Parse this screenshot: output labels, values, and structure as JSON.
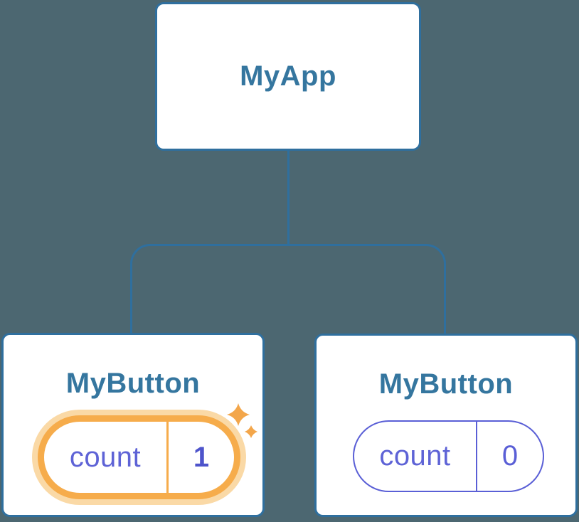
{
  "diagram": {
    "root": {
      "label": "MyApp"
    },
    "children": [
      {
        "label": "MyButton",
        "state": {
          "name": "count",
          "value": "1"
        },
        "highlighted": true,
        "icon": "sparkles-icon"
      },
      {
        "label": "MyButton",
        "state": {
          "name": "count",
          "value": "0"
        },
        "highlighted": false
      }
    ],
    "colors": {
      "background": "#4C6771",
      "card_border": "#2F6F9E",
      "connector_line": "#2F6F9E",
      "node_label": "#35769F",
      "state_text": "#5E63D6",
      "state_value_highlight": "#4E54CB",
      "pill_border_default": "#5A5FD6",
      "pill_border_highlight": "#F6AC4B",
      "pill_halo": "#FAD9A6",
      "sparkle": "#F3A64A"
    }
  }
}
